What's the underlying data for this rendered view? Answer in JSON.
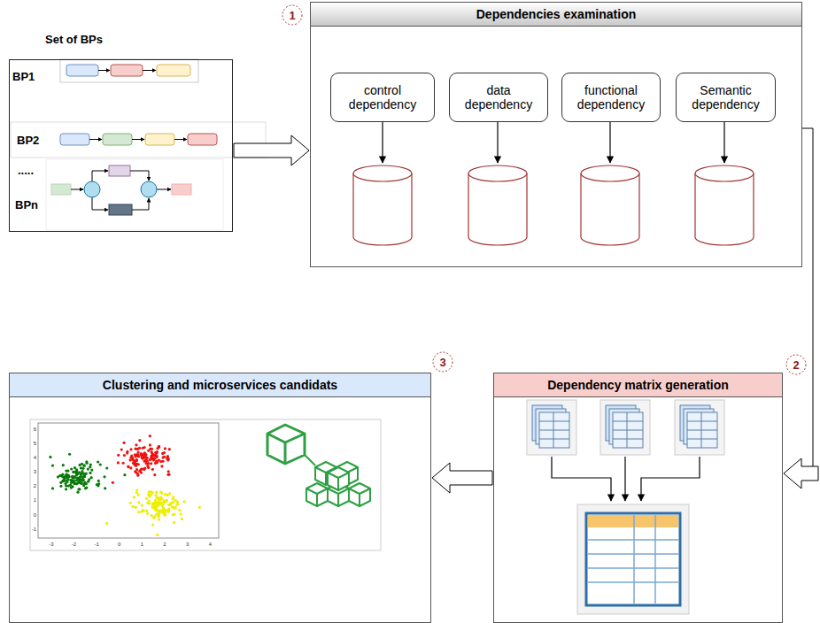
{
  "diagram": {
    "nodes": [
      {
        "text": [
          "Set of BPs"
        ]
      },
      {
        "text": [
          "Dependencies examination"
        ]
      },
      {
        "text": [
          "control dependency"
        ],
        "in": 1
      },
      {
        "text": [
          "data dependency"
        ],
        "in": 1
      },
      {
        "text": [
          "functional dependency"
        ],
        "in": 1
      },
      {
        "text": [
          "Semantic dependency"
        ],
        "in": 1
      },
      {
        "text": [
          "Dependency matrix generation"
        ]
      },
      {
        "text": [
          "Clustering and microservices candidats"
        ]
      }
    ],
    "edges": [
      {
        "from": 0,
        "to": 1,
        "arrow": "to"
      },
      {
        "from": 1,
        "to": 6,
        "arrow": "to"
      },
      {
        "from": 6,
        "to": 7,
        "arrow": "to"
      }
    ],
    "labels": [
      "1",
      "BP1",
      "BP2",
      ".....",
      "BPn",
      "2",
      "3",
      "6",
      "5",
      "4",
      "3",
      "2",
      "1",
      "0",
      "-1",
      "-3",
      "-2",
      "-1",
      "0",
      "1",
      "2",
      "3",
      "4"
    ]
  }
}
